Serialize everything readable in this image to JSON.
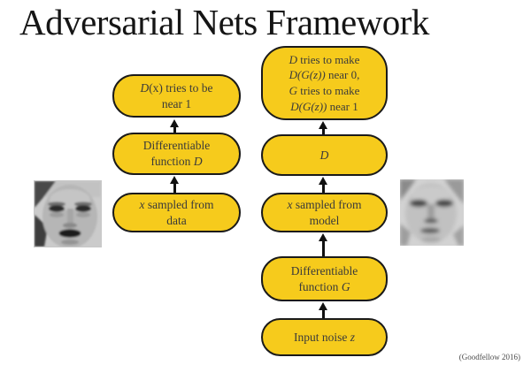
{
  "title": "Adversarial Nets Framework",
  "credit": "(Goodfellow 2016)",
  "colors": {
    "box_fill": "#F6CB1C",
    "box_border": "#1A1A1A",
    "box_text": "#3A3A3A",
    "title_text": "#151515",
    "background": "#FFFFFF",
    "arrow": "#111111"
  },
  "icons": {
    "flow_arrow": "arrow-up",
    "data_face": "grayscale-photo-of-real-face",
    "model_face": "grayscale-blurry-generated-face"
  },
  "boxes": {
    "left1": {
      "lines": [
        [
          {
            "t": "D",
            "i": true
          },
          {
            "t": "(x) tries to be"
          }
        ],
        [
          {
            "t": "near 1"
          }
        ]
      ]
    },
    "left2": {
      "lines": [
        [
          {
            "t": "Differentiable"
          }
        ],
        [
          {
            "t": "function "
          },
          {
            "t": "D",
            "i": true
          }
        ]
      ]
    },
    "left3": {
      "lines": [
        [
          {
            "t": "x",
            "i": true
          },
          {
            "t": " sampled from"
          }
        ],
        [
          {
            "t": "data"
          }
        ]
      ]
    },
    "right1": {
      "lines": [
        [
          {
            "t": "D",
            "i": true
          },
          {
            "t": " tries to make"
          }
        ],
        [
          {
            "t": "D(G(z))",
            "i": true
          },
          {
            "t": " near 0,"
          }
        ],
        [
          {
            "t": "G",
            "i": true
          },
          {
            "t": " tries to make"
          }
        ],
        [
          {
            "t": "D(G(z))",
            "i": true
          },
          {
            "t": " near 1"
          }
        ]
      ]
    },
    "right2": {
      "lines": [
        [
          {
            "t": "D",
            "i": true
          }
        ]
      ]
    },
    "right3": {
      "lines": [
        [
          {
            "t": "x",
            "i": true
          },
          {
            "t": " sampled from"
          }
        ],
        [
          {
            "t": "model"
          }
        ]
      ]
    },
    "right4": {
      "lines": [
        [
          {
            "t": "Differentiable"
          }
        ],
        [
          {
            "t": "function "
          },
          {
            "t": "G",
            "i": true
          }
        ]
      ]
    },
    "right5": {
      "lines": [
        [
          {
            "t": "Input noise "
          },
          {
            "t": "z",
            "i": true
          }
        ]
      ]
    }
  }
}
